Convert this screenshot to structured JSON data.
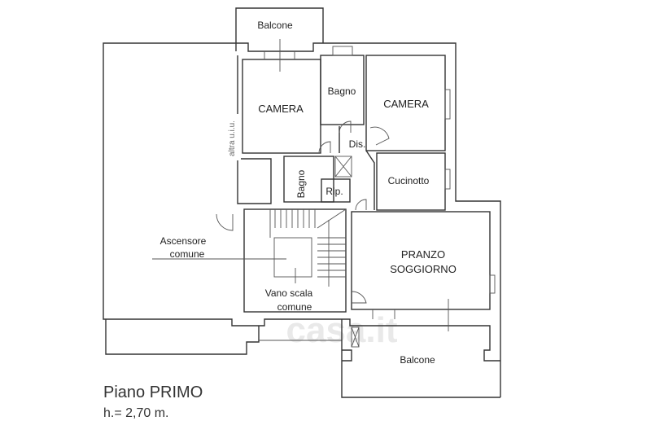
{
  "plan": {
    "rooms": {
      "balcone_top": "Balcone",
      "camera_left": "CAMERA",
      "bagno_top": "Bagno",
      "camera_right": "CAMERA",
      "dis": "Dis.",
      "cucinotto": "Cucinotto",
      "bagno_small": "Bagno",
      "rip": "Rip.",
      "altra_uiu": "altra u.i.u.",
      "ascensore_line1": "Ascensore",
      "ascensore_line2": "comune",
      "vano_line1": "Vano scala",
      "vano_line2": "comune",
      "pranzo_line1": "PRANZO",
      "pranzo_line2": "SOGGIORNO",
      "balcone_bottom": "Balcone"
    },
    "watermark": "casa.it",
    "caption": {
      "floor": "Piano PRIMO",
      "height": "h.= 2,70 m."
    }
  }
}
